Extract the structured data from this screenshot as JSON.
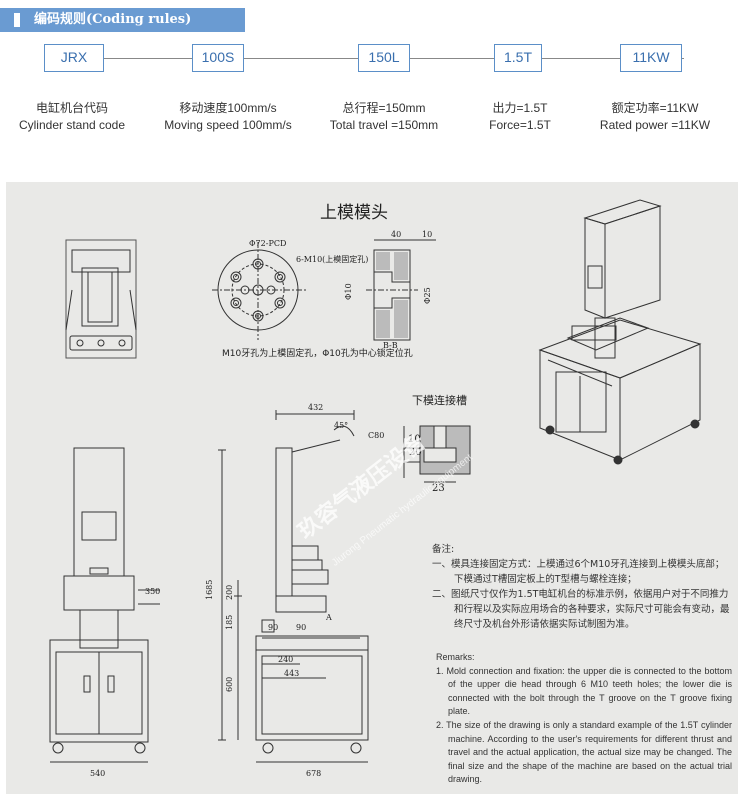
{
  "header": {
    "title": "编码规则(Coding rules)"
  },
  "codes": [
    {
      "code": "JRX",
      "desc_cn": "电缸机台代码",
      "desc_en": "Cylinder stand code"
    },
    {
      "code": "100S",
      "desc_cn": "移动速度100mm/s",
      "desc_en": "Moving speed 100mm/s"
    },
    {
      "code": "150L",
      "desc_cn": "总行程=150mm",
      "desc_en": "Total travel =150mm"
    },
    {
      "code": "1.5T",
      "desc_cn": "出力=1.5T",
      "desc_en": "Force=1.5T"
    },
    {
      "code": "11KW",
      "desc_cn": "额定功率=11KW",
      "desc_en": "Rated power =11KW"
    }
  ],
  "drawing": {
    "upper_die_title": "上模模头",
    "pcd_label": "Φ72-PCD",
    "holes_label": "6-M10(上模固定孔)",
    "section_label": "B-B",
    "upper_die_caption": "M10牙孔为上模固定孔，Φ10孔为中心锁定位孔",
    "tslot_title": "下模连接槽",
    "tslot_dims": [
      "20",
      "10",
      "23"
    ],
    "side_dims": [
      "40",
      "10",
      "Φ10",
      "Φ25"
    ],
    "front_dims": [
      "350",
      "540"
    ],
    "side_view_dims": [
      "432",
      "45°",
      "C80",
      "1685",
      "200",
      "185",
      "600",
      "90",
      "90",
      "240",
      "443",
      "678",
      "A"
    ],
    "watermark_cn": "玖容气液压设备",
    "watermark_en": "Jiurong Pneumatic hydraulic equipment"
  },
  "notes": {
    "heading": "备注:",
    "items": [
      "一、模具连接固定方式：上模通过6个M10牙孔连接到上模模头底部；下模通过T槽固定板上的T型槽与螺栓连接；",
      "二、图纸尺寸仅作为1.5T电缸机台的标准示例，依据用户对于不同推力和行程以及实际应用场合的各种要求，实际尺寸可能会有变动，最终尺寸及机台外形请依据实际试制图为准。"
    ]
  },
  "remarks": {
    "heading": "Remarks:",
    "items": [
      "1. Mold connection and fixation: the upper die is connected to the bottom of the upper die head through 6 M10 teeth holes; the lower die is connected with the bolt through the T groove on the T groove fixing plate.",
      "2. The size of the drawing is only a standard example of the 1.5T cylinder machine. According to the user's requirements for different thrust and travel and the actual application, the actual size may be changed. The final size and the shape of the machine are based on the actual trial drawing."
    ]
  },
  "colors": {
    "accent": "#6a9bd2",
    "box_border": "#5b8fc8",
    "panel": "#e9e9e7"
  }
}
